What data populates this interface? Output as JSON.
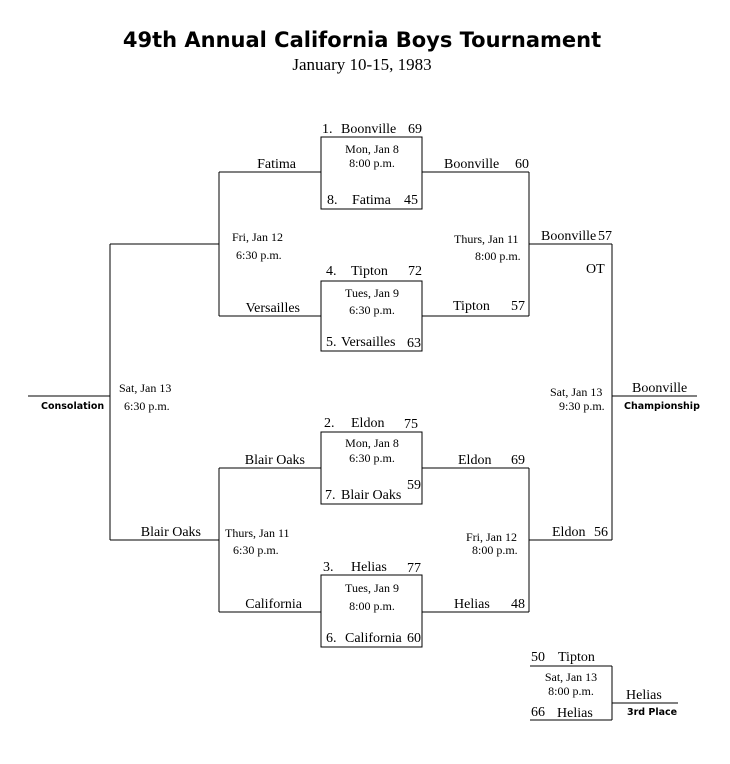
{
  "header": {
    "title": "49th Annual California Boys Tournament",
    "subtitle": "January 10-15, 1983"
  },
  "round1": [
    {
      "seed_a": "1.",
      "team_a": "Boonville",
      "score_a": "69",
      "date": "Mon, Jan 8",
      "time": "8:00 p.m.",
      "seed_b": "8.",
      "team_b": "Fatima",
      "score_b": "45"
    },
    {
      "seed_a": "4.",
      "team_a": "Tipton",
      "score_a": "72",
      "date": "Tues, Jan 9",
      "time": "6:30 p.m.",
      "seed_b": "5.",
      "team_b": "Versailles",
      "score_b": "63"
    },
    {
      "seed_a": "2.",
      "team_a": "Eldon",
      "score_a": "75",
      "date": "Mon, Jan 8",
      "time": "6:30 p.m.",
      "seed_b": "7.",
      "team_b": "Blair Oaks",
      "score_b": "59"
    },
    {
      "seed_a": "3.",
      "team_a": "Helias",
      "score_a": "77",
      "date": "Tues, Jan 9",
      "time": "8:00 p.m.",
      "seed_b": "6.",
      "team_b": "California",
      "score_b": "60"
    }
  ],
  "left": {
    "fatima": "Fatima",
    "versailles": "Versailles",
    "blair_oaks": "Blair Oaks",
    "california": "California",
    "semi_top_date": "Fri, Jan 12",
    "semi_top_time": "6:30 p.m.",
    "semi_bottom_date": "Thurs, Jan 11",
    "semi_bottom_time": "6:30 p.m.",
    "consol_team": "Blair Oaks",
    "consol_date": "Sat, Jan 13",
    "consol_time": "6:30 p.m.",
    "consol_label": "Consolation"
  },
  "right": {
    "boonville": "Boonville",
    "boonville_score": "60",
    "tipton": "Tipton",
    "tipton_score": "57",
    "eldon": "Eldon",
    "eldon_score": "69",
    "helias": "Helias",
    "helias_score": "48",
    "semi_top_date": "Thurs, Jan 11",
    "semi_top_time": "8:00 p.m.",
    "semi_bottom_date": "Fri, Jan 12",
    "semi_bottom_time": "8:00 p.m.",
    "final_top_team": "Boonville",
    "final_top_score": "57",
    "ot": "OT",
    "final_bottom_team": "Eldon",
    "final_bottom_score": "56",
    "champ_date": "Sat, Jan 13",
    "champ_time": "9:30 p.m.",
    "champion": "Boonville",
    "champ_label": "Championship"
  },
  "third_place": {
    "score_a": "50",
    "team_a": "Tipton",
    "date": "Sat, Jan 13",
    "time": "8:00 p.m.",
    "score_b": "66",
    "team_b": "Helias",
    "winner": "Helias",
    "label": "3rd Place"
  }
}
